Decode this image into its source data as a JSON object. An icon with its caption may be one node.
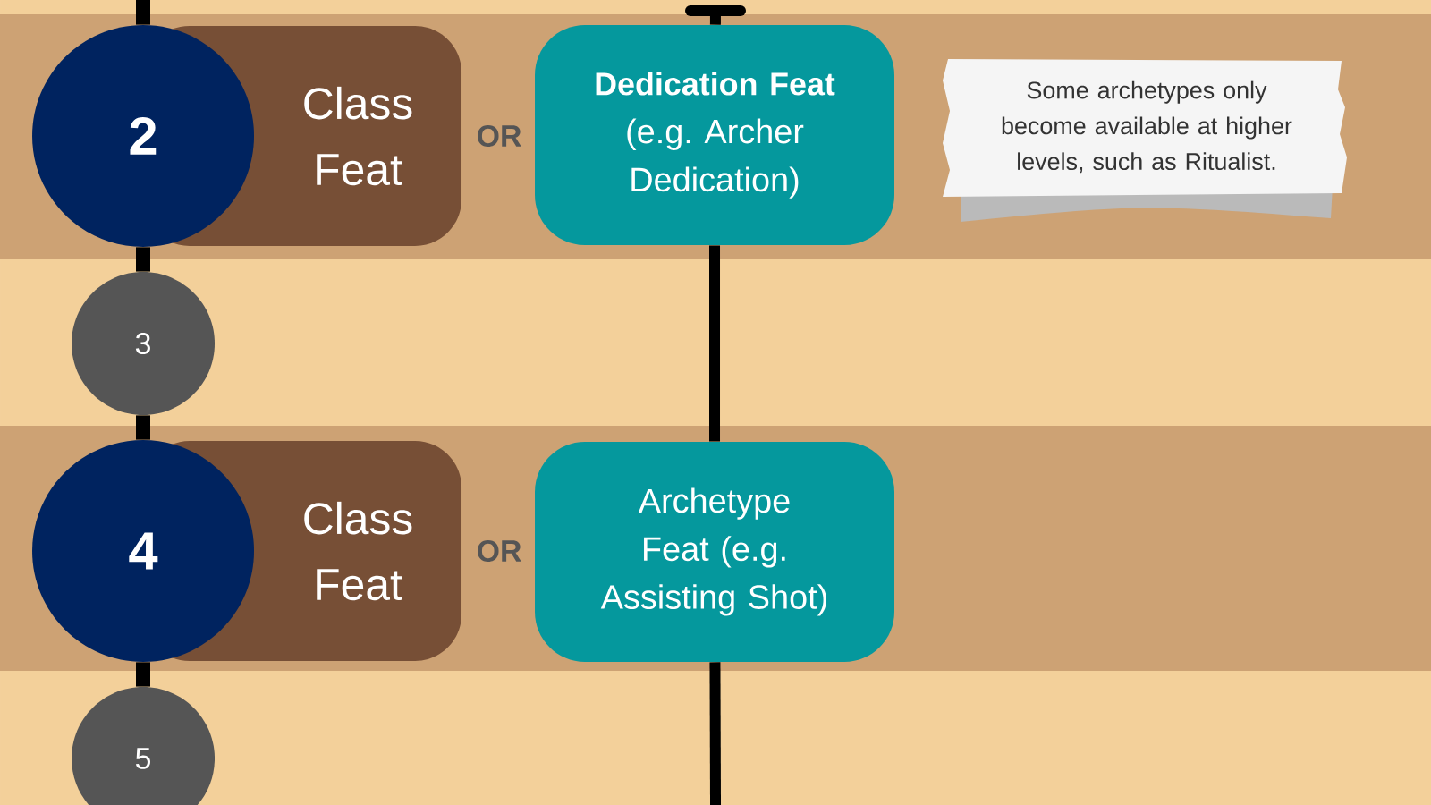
{
  "diagram": {
    "nodes": [
      {
        "text": [
          "2"
        ]
      },
      {
        "text": [
          "Class Feat"
        ]
      },
      {
        "text": [
          "Dedication Feat",
          "(e.g. Archer Dedication)"
        ]
      },
      {
        "text": [
          "Some archetypes only become available at higher levels, such as Ritualist."
        ]
      },
      {
        "text": [
          "3"
        ]
      },
      {
        "text": [
          "4"
        ]
      },
      {
        "text": [
          "Class Feat"
        ]
      },
      {
        "text": [
          "Archetype Feat (e.g. Assisting Shot)"
        ]
      },
      {
        "text": [
          "5"
        ]
      }
    ],
    "edges": [
      {
        "from": null,
        "to": 0,
        "arrow": "none"
      },
      {
        "from": 0,
        "to": 4,
        "arrow": "none"
      },
      {
        "from": 4,
        "to": 5,
        "arrow": "none"
      },
      {
        "from": 5,
        "to": 8,
        "arrow": "none"
      },
      {
        "from": null,
        "to": 2,
        "arrow": "none"
      },
      {
        "from": 2,
        "to": 7,
        "arrow": "none"
      },
      {
        "from": 7,
        "to": null,
        "arrow": "none"
      }
    ],
    "labels": [
      "OR",
      "OR"
    ]
  }
}
